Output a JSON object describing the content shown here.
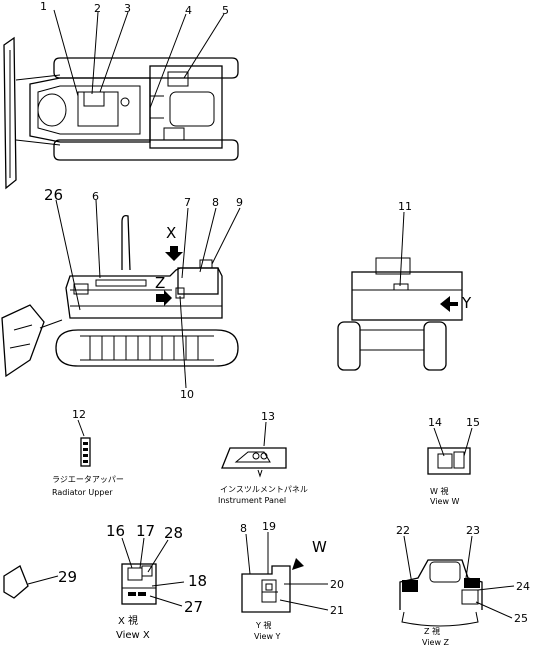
{
  "callouts": {
    "n1": "1",
    "n2": "2",
    "n3": "3",
    "n4": "4",
    "n5": "5",
    "n6": "6",
    "n7": "7",
    "n8": "8",
    "n9": "9",
    "n10": "10",
    "n11": "11",
    "n12": "12",
    "n13": "13",
    "n14": "14",
    "n15": "15",
    "n16": "16",
    "n17": "17",
    "n18": "18",
    "n19": "19",
    "n20": "20",
    "n21": "21",
    "n22": "22",
    "n23": "23",
    "n24": "24",
    "n25": "25",
    "n26": "26",
    "n27": "27",
    "n28": "28",
    "n29": "29"
  },
  "view_arrows": {
    "x": "X",
    "y": "Y",
    "z": "Z",
    "w": "W"
  },
  "captions": {
    "radiator_jp": "ラジエータアッパー",
    "radiator_en": "Radiator Upper",
    "panel_jp": "インスツルメントパネル",
    "panel_en": "Instrument Panel",
    "view_w_jp": "W 視",
    "view_w_en": "View W",
    "view_x_jp": "X 視",
    "view_x_en": "View X",
    "view_y_jp": "Y 視",
    "view_y_en": "View Y",
    "view_z_jp": "Z 視",
    "view_z_en": "View Z"
  }
}
